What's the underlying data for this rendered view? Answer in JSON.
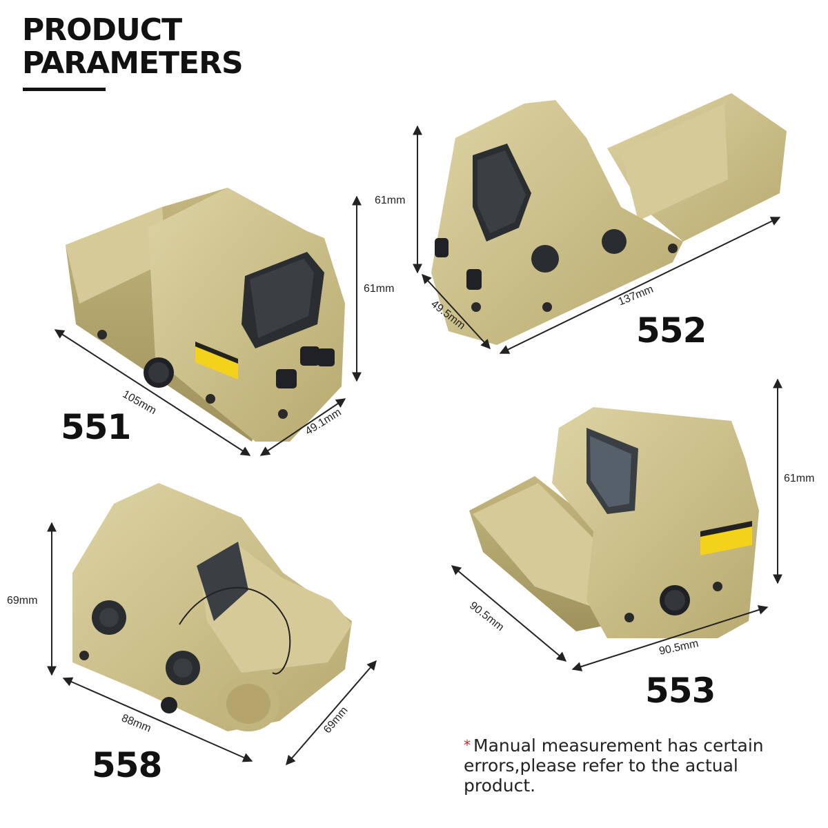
{
  "header": {
    "title_line1": "PRODUCT",
    "title_line2": "PARAMETERS"
  },
  "colors": {
    "body": "#cbbf88",
    "body_light": "#ddd3a3",
    "body_dark": "#a89a62",
    "glass": "#2b2e31",
    "label": "#f2d21a",
    "text": "#111111",
    "asterisk": "#c62828"
  },
  "products": [
    {
      "model": "551",
      "dims": {
        "length": "105mm",
        "width": "49.1mm",
        "height": "61mm"
      }
    },
    {
      "model": "552",
      "dims": {
        "length": "137mm",
        "width": "49.5mm",
        "height": "61mm"
      }
    },
    {
      "model": "553",
      "dims": {
        "length": "90.5mm",
        "width": "90.5mm",
        "height": "61mm"
      }
    },
    {
      "model": "558",
      "dims": {
        "length": "88mm",
        "width": "69mm",
        "height": "69mm"
      }
    }
  ],
  "footnote": {
    "asterisk": "*",
    "text": "Manual measurement has certain errors,please refer to the actual product."
  }
}
